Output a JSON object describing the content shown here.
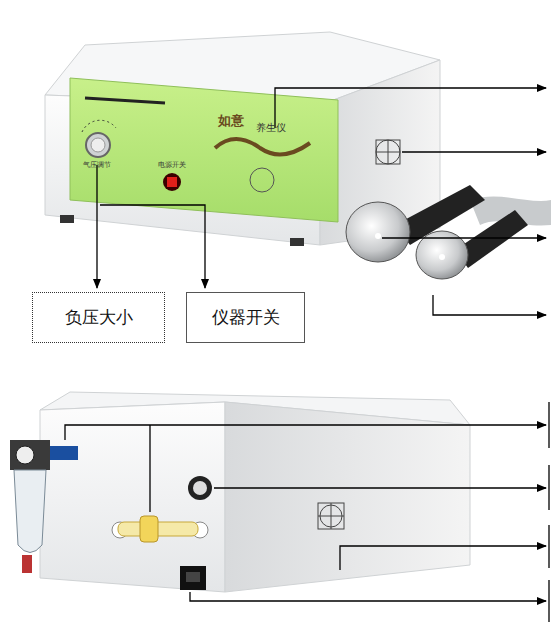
{
  "diagram": {
    "nodes": [
      {
        "text": [
          "负压大小"
        ]
      },
      {
        "text": [
          "仪器开关"
        ]
      }
    ],
    "labels": [
      "如意",
      "养生仪",
      "气压调节",
      "电源开关"
    ]
  }
}
